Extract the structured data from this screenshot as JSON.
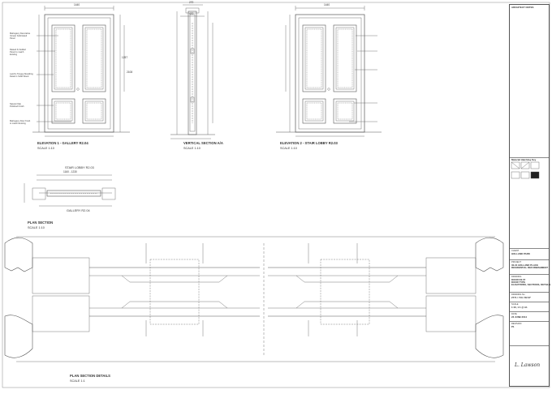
{
  "drawings": {
    "elevation1": {
      "title": "ELEVATION 1 - GALLERY R2.04",
      "scale": "SCALE 1:10"
    },
    "vertical_section": {
      "title": "VERTICAL SECTION A/A",
      "scale": "SCALE 1:10"
    },
    "elevation2": {
      "title": "ELEVATION 2 - STAIR LOBBY R2.03",
      "scale": "SCALE 1:10"
    },
    "plan": {
      "title": "PLAN SECTION",
      "scale": "SCALE 1:10",
      "top_room": "STAIR LOBBY R2.03",
      "bottom_room": "GALLERY R2.04"
    },
    "plan_details": {
      "title": "PLAN SECTION DETAILS",
      "scale": "SCALE 1:1"
    }
  },
  "dims": {
    "width_1": "1440",
    "width_2": "1440",
    "sec_top": "270",
    "sec_mid": "470",
    "plan_top": "1160 - 1230",
    "height_a": "1257",
    "height_b": "2108"
  },
  "notes": {
    "mahogany": "Mahogany Decorative\nVeneer Fabricated\nPanel",
    "raised": "Raised & Fielded\nPanel to match\nExisting",
    "lamb": "Lamb's Tongue Moulding\nDetail in Solid Wood",
    "natural": "Natural Oak\nPolished Finish",
    "handle": "Mahogany Door Knob\nto match Existing"
  },
  "titleblock": {
    "header": "ARCHITECT NOTES",
    "legend": "Material Hatching Key",
    "client_label": "CLIENT",
    "client": "HOLLAND PARK",
    "project_label": "PROJECT",
    "project": "30-31 HOLLAND PLACE\nRESIDENTIAL REFURBISHMENT",
    "drawing_label": "DRAWING",
    "drawing": "DOOR D2.07\nDOOR TYPE\nELEVATIONS, SECTIONS, DETAILS",
    "number_label": "DRAWING No",
    "number": "2771 / 713 / D2.07",
    "scale_label": "SCALE",
    "scale": "1:10, 1:1 @ A1",
    "date_label": "DATE",
    "date": "23 JUNE 2014",
    "rev_label": "REVISION",
    "rev": "P1",
    "signature": "L. Lawson"
  }
}
